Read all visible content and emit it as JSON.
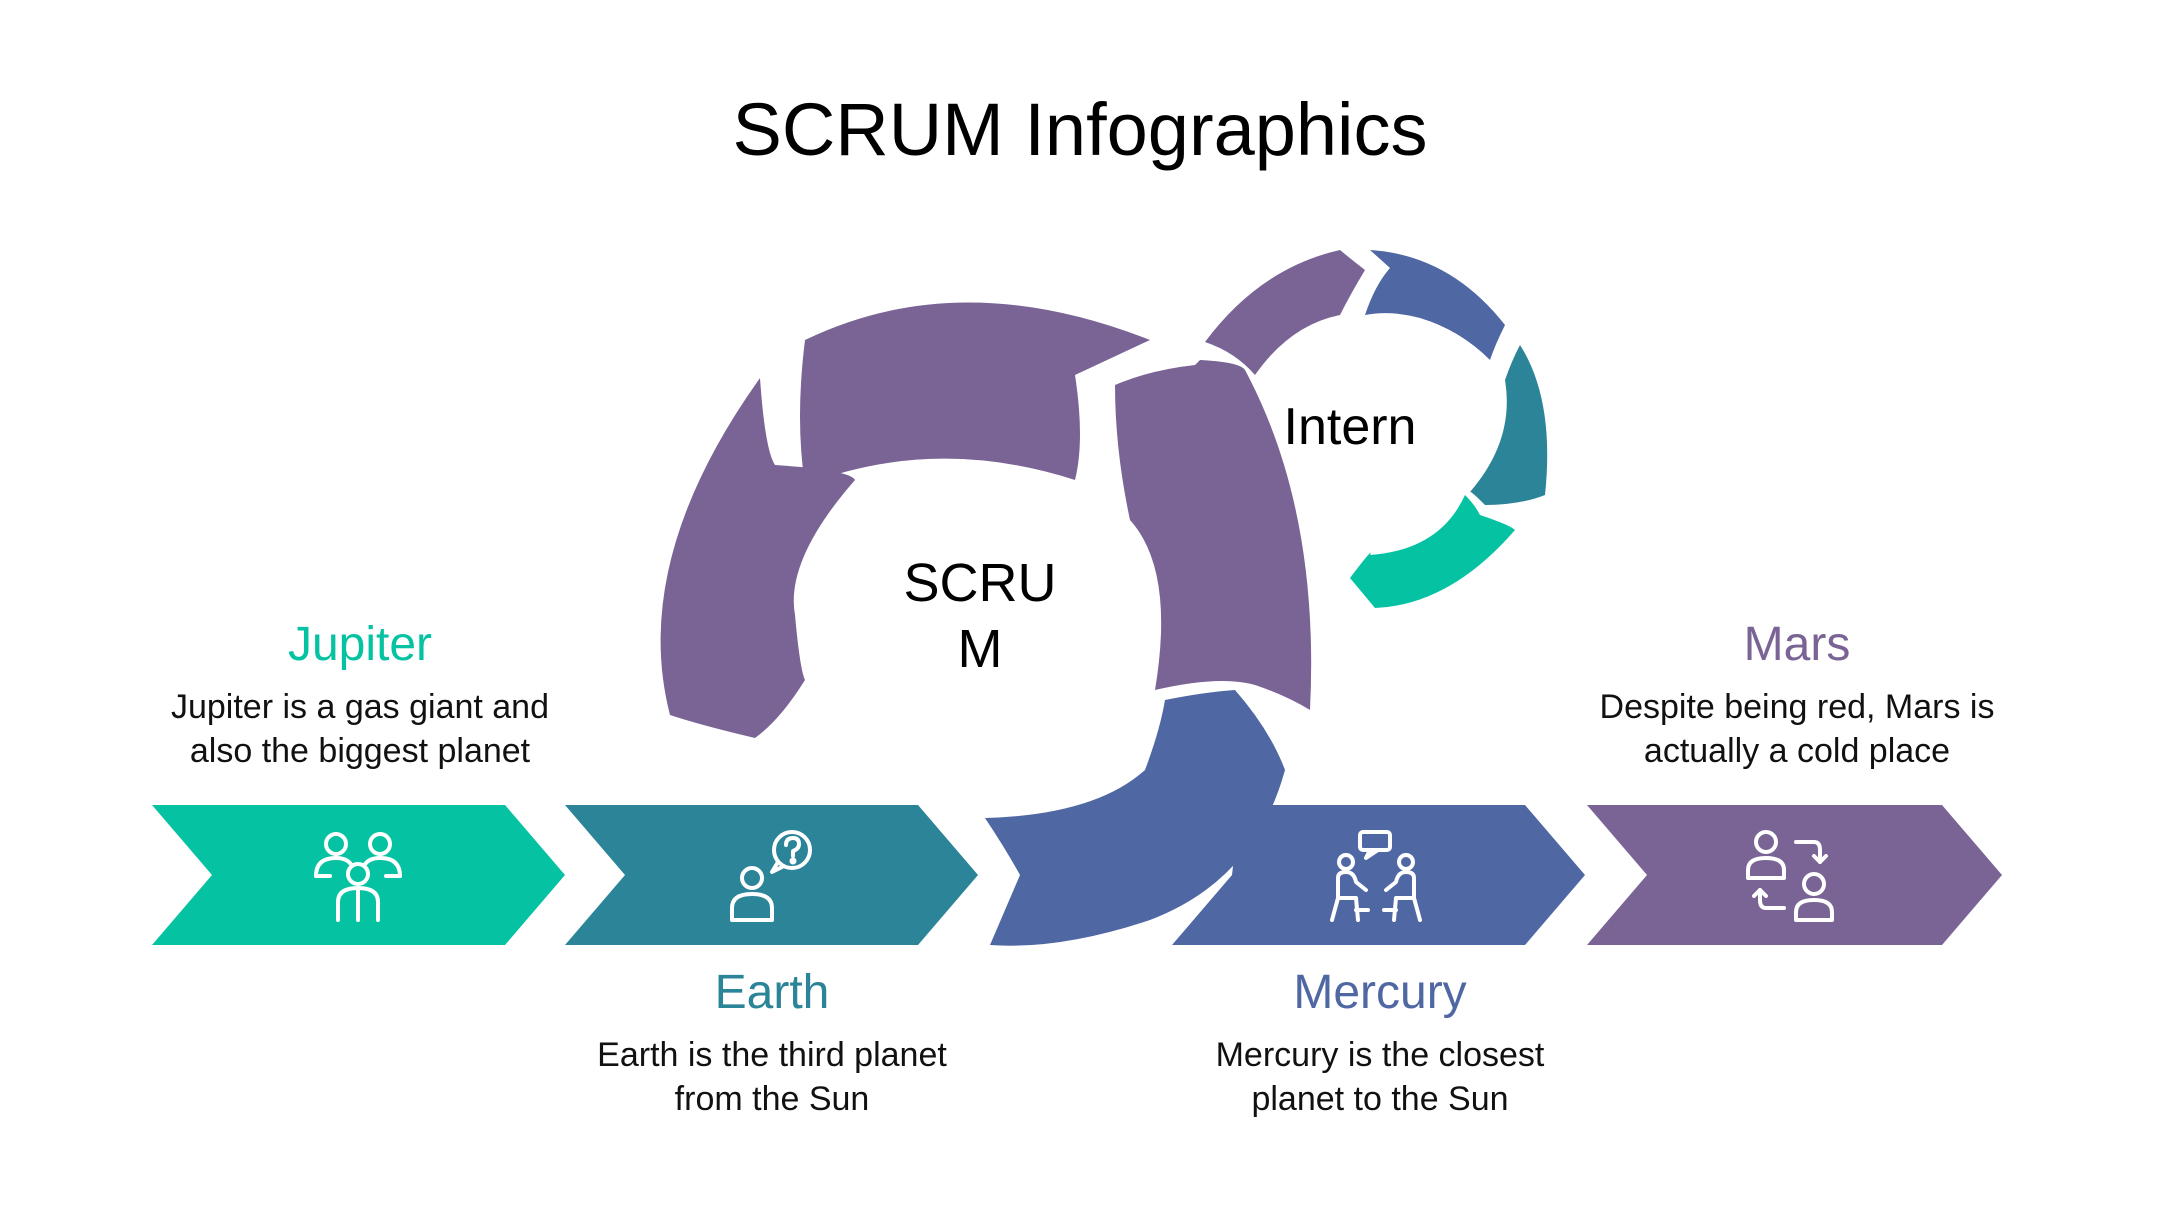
{
  "title": "SCRUM Infographics",
  "center_labels": {
    "scrum": "SCRU\nM",
    "intern": "Intern"
  },
  "colors": {
    "teal_green": "#05c3a2",
    "teal": "#2b8497",
    "blue": "#4f67a3",
    "purple": "#7a6496",
    "background": "#ffffff"
  },
  "items": [
    {
      "name": "Jupiter",
      "desc": "Jupiter is a gas giant and also the biggest planet",
      "color": "#05c3a2",
      "icon": "team-group-icon"
    },
    {
      "name": "Earth",
      "desc": "Earth is the third planet from the Sun",
      "color": "#2b8497",
      "icon": "person-question-icon"
    },
    {
      "name": "Mercury",
      "desc": "Mercury is the closest planet to the Sun",
      "color": "#4f67a3",
      "icon": "meeting-chat-icon"
    },
    {
      "name": "Mars",
      "desc": "Despite being red, Mars is actually a cold place",
      "color": "#7a6496",
      "icon": "people-exchange-icon"
    }
  ]
}
